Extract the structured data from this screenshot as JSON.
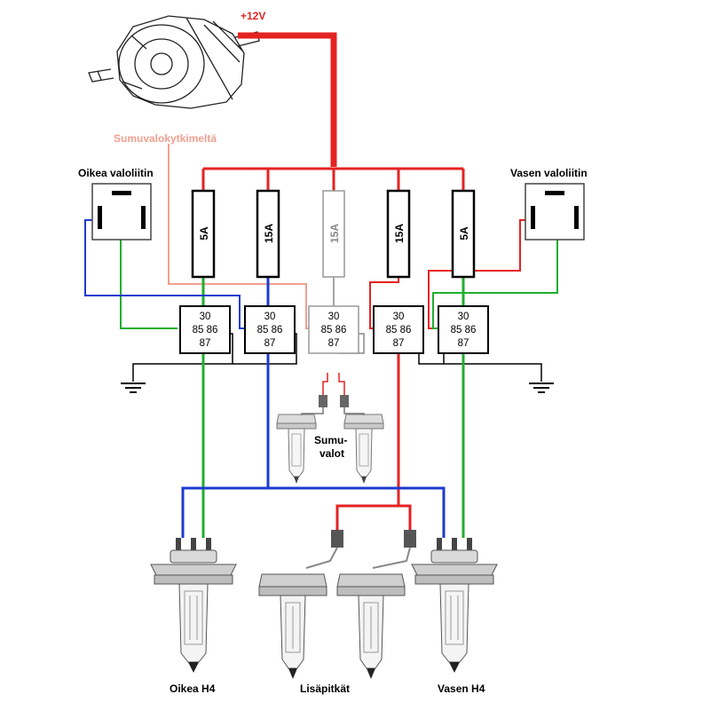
{
  "labels": {
    "supply": "+12V",
    "fog_switch": "Sumuvalokytkimeltä",
    "right_connector": "Oikea valoliitin",
    "left_connector": "Vasen valoliitin",
    "fog_lights_line1": "Sumu-",
    "fog_lights_line2": "valot",
    "right_h4": "Oikea H4",
    "extra_high": "Lisäpitkät",
    "left_h4": "Vasen H4"
  },
  "fuses": [
    {
      "rating": "5A"
    },
    {
      "rating": "15A"
    },
    {
      "rating": "15A"
    },
    {
      "rating": "15A"
    },
    {
      "rating": "5A"
    }
  ],
  "relays": [
    {
      "top": "30",
      "mid": "85 86",
      "bottom": "87"
    },
    {
      "top": "30",
      "mid": "85 86",
      "bottom": "87"
    },
    {
      "top": "30",
      "mid": "85 86",
      "bottom": "87"
    },
    {
      "top": "30",
      "mid": "85 86",
      "bottom": "87"
    },
    {
      "top": "30",
      "mid": "85 86",
      "bottom": "87"
    }
  ],
  "colors": {
    "power": "#e52222",
    "low_beam": "#1fae2e",
    "high_beam": "#1d3bd0",
    "fog_control": "#f0a090",
    "fog_circuit_fuse": "#888888",
    "ground": "#000000"
  },
  "icons": {
    "alternator": "alternator-icon",
    "ground": "ground-icon",
    "h4_bulb": "h4-bulb-icon",
    "h3_bulb": "h3-bulb-icon"
  }
}
